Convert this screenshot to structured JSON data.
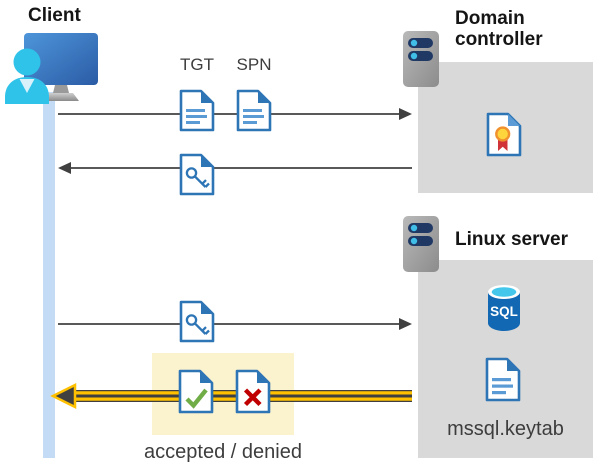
{
  "client": {
    "label": "Client"
  },
  "domain_controller": {
    "label": "Domain controller"
  },
  "linux_server": {
    "label": "Linux server",
    "database_label": "SQL",
    "keytab_label": "mssql.keytab"
  },
  "messages": {
    "tgt_label": "TGT",
    "spn_label": "SPN",
    "result_label": "accepted / denied"
  },
  "colors": {
    "document_blue": "#2E75B6",
    "document_line_blue": "#5B9BD5",
    "client_cyan": "#30C3E9",
    "monitor_blue_top": "#4E95D9",
    "monitor_blue_bottom": "#2B5CA6",
    "server_pill_navy": "#1F3864",
    "server_dot_cyan": "#41BEE8",
    "box_gray": "#D9D9D9",
    "lifeline_blue": "#C3DBF4",
    "arrow_gray": "#595959",
    "arrowhead_gray": "#404040",
    "highlight_yellow_bg": "#FBF2CE",
    "arrow_yellow": "#FFC000",
    "check_green": "#70AD47",
    "cross_red": "#C00000",
    "sql_blue": "#1268B3",
    "sql_top_cyan": "#45C7EC",
    "seal_yellow": "#FFD53E",
    "seal_ring_orange": "#F0912D",
    "ribbon_red": "#D13438"
  }
}
